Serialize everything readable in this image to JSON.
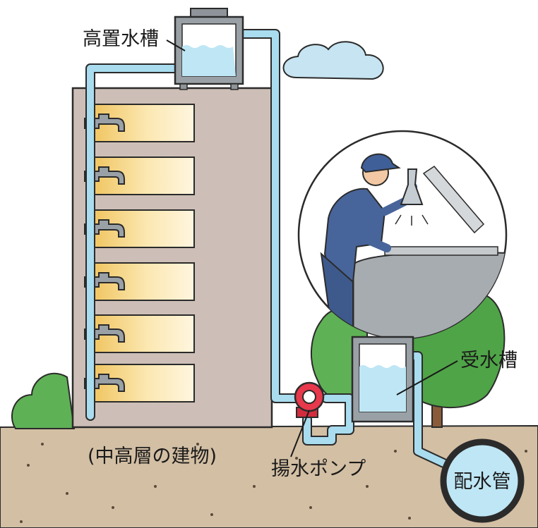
{
  "labels": {
    "elevated_tank": "高置水槽",
    "receiving_tank": "受水槽",
    "building": "(中高層の建物)",
    "pump": "揚水ポンプ",
    "main_pipe": "配水管"
  },
  "colors": {
    "water": "#bfe6f4",
    "pipe": "#a9dcef",
    "outline": "#2b2b2b",
    "building": "#cdbfb7",
    "ground": "#c9b49a",
    "tree": "#4fa447",
    "pump": "#e8384b",
    "window": "#f7d98a"
  },
  "icons": {
    "cloud": "cloud-icon",
    "faucet": "faucet-icon",
    "pump": "pump-icon",
    "worker": "worker-inspecting-tank-illustration",
    "tree": "tree-icon"
  },
  "floors": 6
}
